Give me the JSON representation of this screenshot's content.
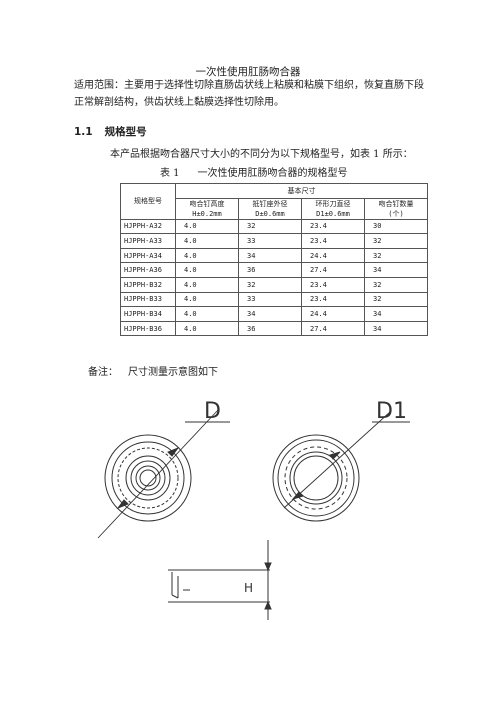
{
  "doc": {
    "title": "一次性使用肛肠吻合器",
    "scope_line1": "适用范围：主要用于选择性切除直肠齿状线上粘膜和粘膜下组织，恢复直肠下段",
    "scope_line2": "正常解剖结构，供齿状线上黏膜选择性切除用。",
    "section_num": "1.1",
    "section_title": "规格型号",
    "intro": "本产品根据吻合器尺寸大小的不同分为以下规格型号，如表 1 所示：",
    "table_num": "表 1",
    "table_caption": "一次性使用肛肠吻合器的规格型号",
    "note_label": "备注：",
    "note_text": "尺寸测量示意图如下"
  },
  "table": {
    "col_model": "规格型号",
    "group_header": "基本尺寸",
    "headers": [
      {
        "line1": "吻合钉高度",
        "line2": "H±0.2mm"
      },
      {
        "line1": "抵钉座外径",
        "line2": "D±0.6mm"
      },
      {
        "line1": "环形刀直径",
        "line2": "D1±0.6mm"
      },
      {
        "line1": "吻合钉数量",
        "line2": "(个)"
      }
    ],
    "rows": [
      [
        "HJPPH-A32",
        "4.0",
        "32",
        "23.4",
        "30"
      ],
      [
        "HJPPH-A33",
        "4.0",
        "33",
        "23.4",
        "32"
      ],
      [
        "HJPPH-A34",
        "4.0",
        "34",
        "24.4",
        "32"
      ],
      [
        "HJPPH-A36",
        "4.0",
        "36",
        "27.4",
        "34"
      ],
      [
        "HJPPH-B32",
        "4.0",
        "32",
        "23.4",
        "32"
      ],
      [
        "HJPPH-B33",
        "4.0",
        "33",
        "23.4",
        "32"
      ],
      [
        "HJPPH-B34",
        "4.0",
        "34",
        "24.4",
        "34"
      ],
      [
        "HJPPH-B36",
        "4.0",
        "36",
        "27.4",
        "34"
      ]
    ]
  },
  "drawing": {
    "label_d": "D",
    "label_d1": "D1",
    "label_h": "H"
  }
}
